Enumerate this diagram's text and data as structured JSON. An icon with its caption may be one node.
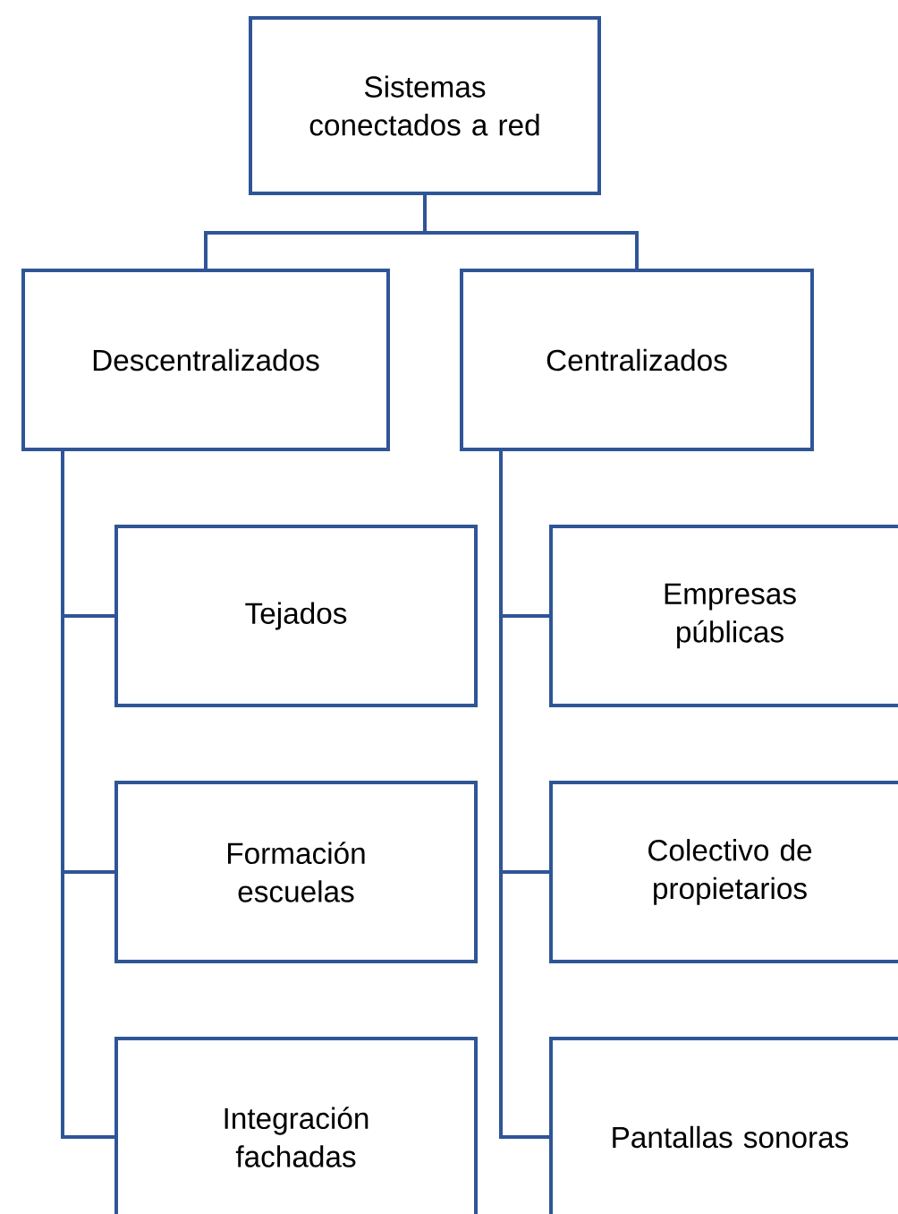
{
  "diagram": {
    "nodes": [
      {
        "text": [
          "Sistemas conectados a red"
        ]
      },
      {
        "text": [
          "Descentralizados"
        ]
      },
      {
        "text": [
          "Centralizados"
        ]
      },
      {
        "text": [
          "Tejados"
        ]
      },
      {
        "text": [
          "Formación escuelas"
        ]
      },
      {
        "text": [
          "Integración fachadas"
        ]
      },
      {
        "text": [
          "Empresas públicas"
        ]
      },
      {
        "text": [
          "Colectivo de propietarios"
        ]
      },
      {
        "text": [
          "Pantallas sonoras"
        ]
      }
    ],
    "edges": [
      {
        "from": 0,
        "to": 1,
        "arrow": "none"
      },
      {
        "from": 0,
        "to": 2,
        "arrow": "none"
      },
      {
        "from": 1,
        "to": 3,
        "arrow": "none"
      },
      {
        "from": 1,
        "to": 4,
        "arrow": "none"
      },
      {
        "from": 1,
        "to": 5,
        "arrow": "none"
      },
      {
        "from": 2,
        "to": 6,
        "arrow": "none"
      },
      {
        "from": 2,
        "to": 7,
        "arrow": "none"
      },
      {
        "from": 2,
        "to": 8,
        "arrow": "none"
      }
    ]
  }
}
